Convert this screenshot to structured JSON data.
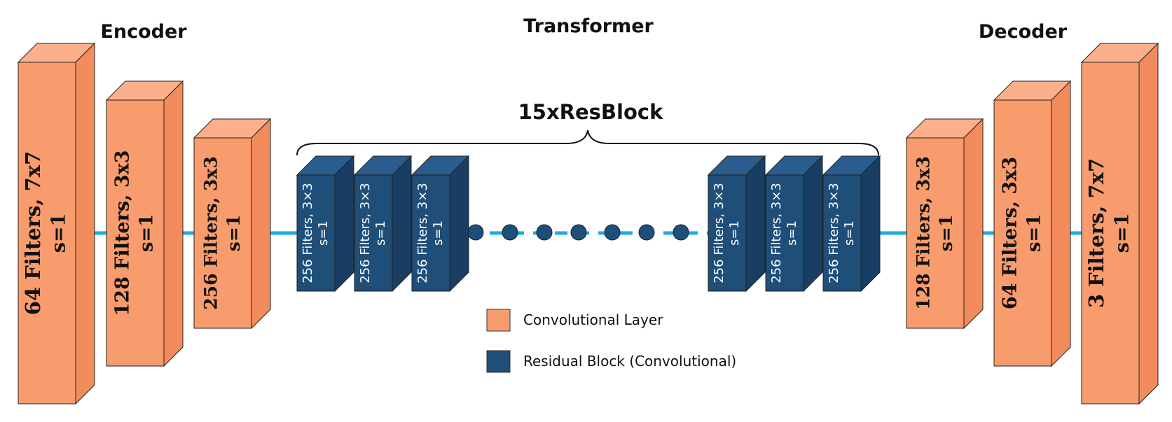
{
  "titles": {
    "encoder": "Encoder",
    "transformer": "Transformer",
    "decoder": "Decoder",
    "resblock_group": "15xResBlock"
  },
  "encoder_layers": [
    {
      "line1": "64 Filters, 7x7",
      "line2": "s=1"
    },
    {
      "line1": "128 Filters, 3x3",
      "line2": "s=1"
    },
    {
      "line1": "256 Filters, 3x3",
      "line2": "s=1"
    }
  ],
  "resblocks_left": [
    {
      "line1": "256 Filters, 3×3",
      "line2": "s=1"
    },
    {
      "line1": "256 Filters, 3×3",
      "line2": "s=1"
    },
    {
      "line1": "256 Filters, 3×3",
      "line2": "s=1"
    }
  ],
  "resblocks_right": [
    {
      "line1": "256 Filters, 3×3",
      "line2": "s=1"
    },
    {
      "line1": "256 Filters, 3×3",
      "line2": "s=1"
    },
    {
      "line1": "256 Filters, 3×3",
      "line2": "s=1"
    }
  ],
  "decoder_layers": [
    {
      "line1": "128 Filters, 3x3",
      "line2": "s=1"
    },
    {
      "line1": "64 Filters, 3x3",
      "line2": "s=1"
    },
    {
      "line1": "3 Filters, 7x7",
      "line2": "s=1"
    }
  ],
  "legend": [
    {
      "label": "Convolutional Layer",
      "color": "#f89c6e"
    },
    {
      "label": "Residual Block (Convolutional)",
      "color": "#1f4e79"
    }
  ],
  "colors": {
    "conv_front": "#f89c6e",
    "conv_side": "#f38c5c",
    "conv_top": "#fbb08b",
    "res_front": "#1f4e79",
    "res_side": "#183f63",
    "res_top": "#2a5d8d",
    "connector": "#1eaadf",
    "dot": "#1f4e79"
  }
}
